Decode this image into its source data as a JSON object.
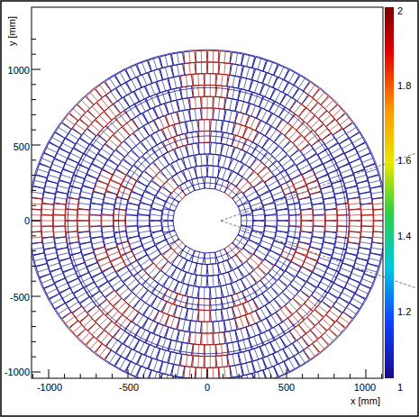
{
  "diagram": {
    "labels": [
      "1000",
      "500",
      "0",
      "-500",
      "-1000",
      "-1000",
      "-500",
      "0",
      "500",
      "1000",
      "x [mm]",
      "y [mm]",
      "2",
      "1.8",
      "1.6",
      "1.4",
      "1.2",
      "1"
    ]
  }
}
